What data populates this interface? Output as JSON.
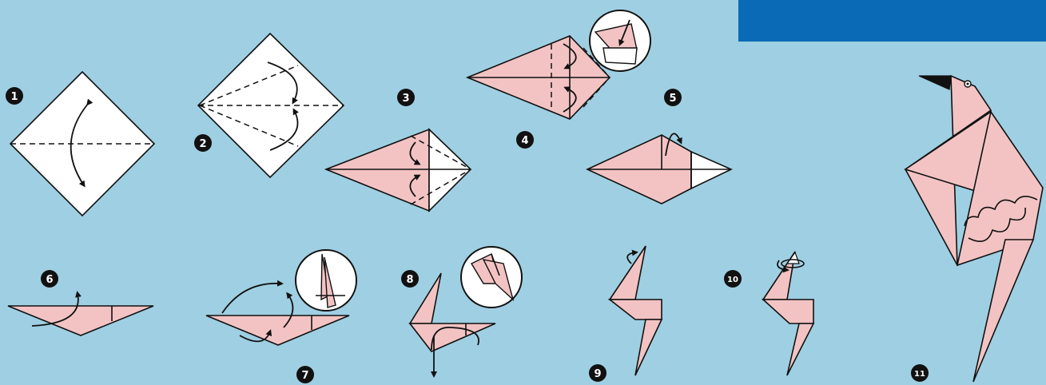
{
  "diagram": {
    "background_color": "#9fcfe2",
    "paper_color": "#f3c3c3",
    "banner_color": "#0a6ab5",
    "steps": [
      {
        "number": "1"
      },
      {
        "number": "2"
      },
      {
        "number": "3"
      },
      {
        "number": "4"
      },
      {
        "number": "5"
      },
      {
        "number": "6"
      },
      {
        "number": "7"
      },
      {
        "number": "8"
      },
      {
        "number": "9"
      },
      {
        "number": "10"
      },
      {
        "number": "11"
      }
    ]
  }
}
